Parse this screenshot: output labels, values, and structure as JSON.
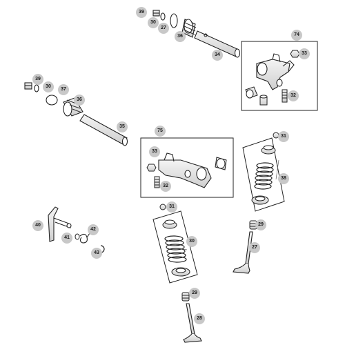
{
  "callouts": {
    "c39a": "39",
    "c30a": "30",
    "c27a": "27",
    "c36a": "36",
    "c34": "34",
    "c74": "74",
    "c33a": "33",
    "c32a": "32",
    "c39b": "39",
    "c30b": "30",
    "c37": "37",
    "c36b": "36",
    "c35": "35",
    "c75": "75",
    "c33b": "33",
    "c32b": "32",
    "c31a": "31",
    "c38": "38",
    "c40": "40",
    "c41": "41",
    "c42": "42",
    "c43": "43",
    "c31b": "31",
    "c30c": "30",
    "c29a": "29",
    "c27": "27",
    "c29b": "29",
    "c28": "28"
  }
}
